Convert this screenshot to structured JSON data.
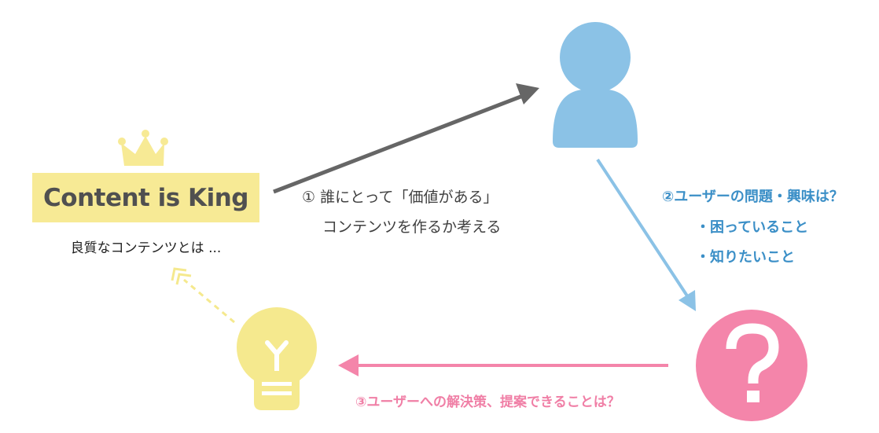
{
  "content_king": {
    "title": "Content is King",
    "caption": "良質なコンテンツとは ..."
  },
  "step1": {
    "line1": "① 誰にとって「価値がある」",
    "line2": "コンテンツを作るか考える"
  },
  "step2": {
    "title": "②ユーザーの問題・興味は？",
    "bullets": [
      "・困っていること",
      "・知りたいこと"
    ]
  },
  "step3": {
    "text": "③ユーザーへの解決策、提案できることは？"
  },
  "colors": {
    "banner": "#f7ea95",
    "crown": "#f7ea95",
    "user": "#8bc2e6",
    "question": "#f485aa",
    "bulb": "#f5e98e",
    "arrow1": "#666666",
    "arrow2": "#8bc2e6",
    "arrow3": "#f485aa",
    "arrow4": "#f5e98e"
  },
  "icons": {
    "crown": "crown-icon",
    "user": "user-icon",
    "question": "question-mark-icon",
    "bulb": "lightbulb-icon"
  }
}
